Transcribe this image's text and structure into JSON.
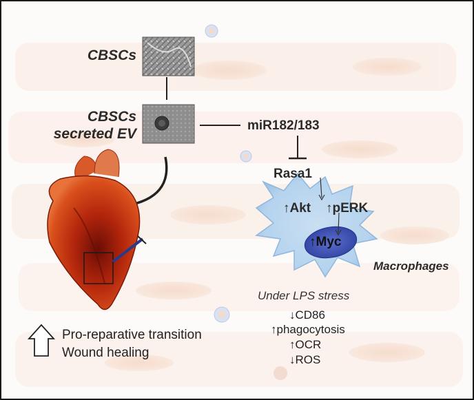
{
  "labels": {
    "cbscs": "CBSCs",
    "cbscs_ev_line1": "CBSCs",
    "cbscs_ev_line2": "secreted EV",
    "mirna": "miR182/183",
    "rasa1": "Rasa1",
    "akt": "↑Akt",
    "perk": "↑pERK",
    "myc": "↑Myc",
    "macrophages": "Macrophages",
    "lps_stress": "Under LPS stress",
    "cd86": "↓CD86",
    "phagocytosis": "↑phagocytosis",
    "ocr": "↑OCR",
    "ros": "↓ROS",
    "pro_reparative": "Pro-reparative transition",
    "wound_healing": "Wound healing"
  },
  "icons": [
    "up-arrow-icon",
    "curved-arrow",
    "inhibition-bar"
  ],
  "colors": {
    "macrophage": "#b5d3ee",
    "nucleus": "#2e3f9e",
    "heart": "#b3260c",
    "text": "#2b2b2b"
  }
}
